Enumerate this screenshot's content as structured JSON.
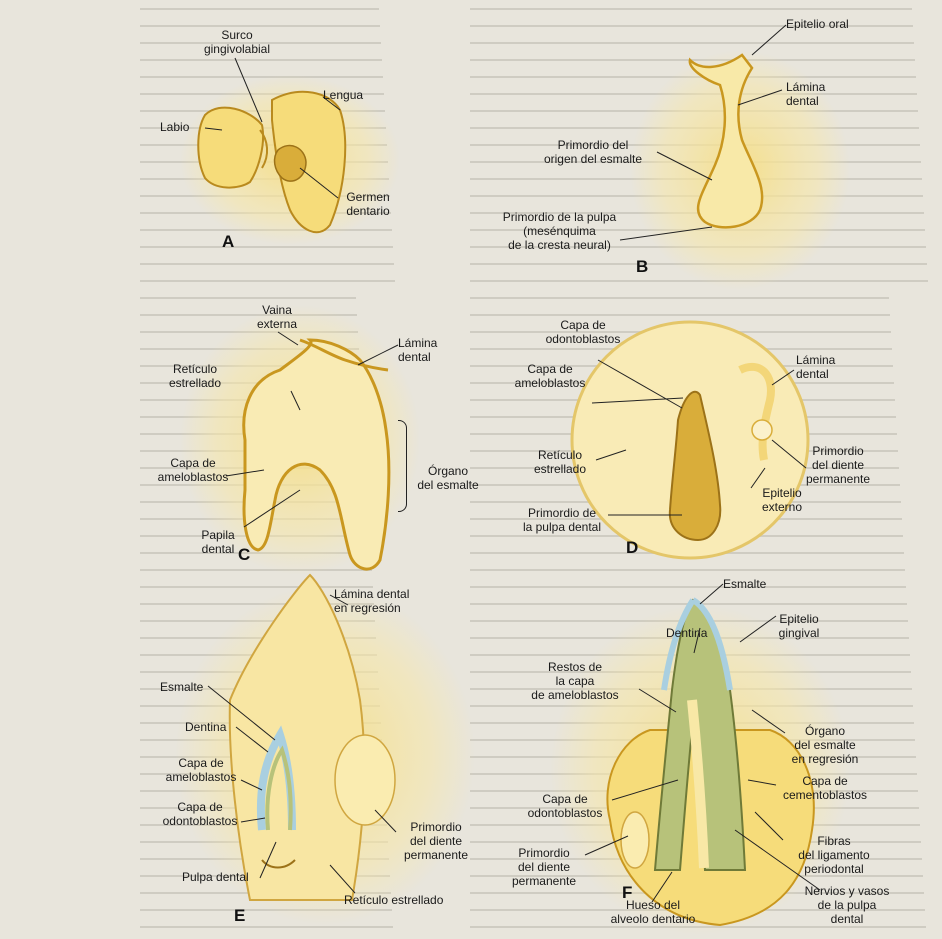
{
  "panels": {
    "a": {
      "tag": "A",
      "labels": {
        "surco": "Surco\ngingivolabial",
        "lengua": "Lengua",
        "labio": "Labio",
        "germen": "Germen\ndentario"
      }
    },
    "b": {
      "tag": "B",
      "labels": {
        "epitelio_oral": "Epitelio oral",
        "lamina_dental": "Lámina\ndental",
        "primordio_esmalte": "Primordio del\norigen del esmalte",
        "primordio_pulpa": "Primordio de la pulpa\n(mesénquima\nde la cresta neural)"
      }
    },
    "c": {
      "tag": "C",
      "labels": {
        "vaina": "Vaina\nexterna",
        "lamina_dental": "Lámina\ndental",
        "reticulo": "Retículo\nestrellado",
        "ameloblastos": "Capa de\nameloblastos",
        "organo": "Órgano\ndel esmalte",
        "papila": "Papila\ndental"
      }
    },
    "d": {
      "tag": "D",
      "labels": {
        "odontoblastos": "Capa de\nodontoblastos",
        "ameloblastos": "Capa de\nameloblastos",
        "lamina_dental": "Lámina\ndental",
        "reticulo": "Retículo\nestrellado",
        "primordio_diente": "Primordio\ndel diente\npermanente",
        "primordio_pulpa": "Primordio de\nla pulpa dental",
        "epitelio_externo": "Epitelio\nexterno"
      }
    },
    "e": {
      "tag": "E",
      "labels": {
        "lamina_regresion": "Lámina dental\nen regresión",
        "esmalte": "Esmalte",
        "dentina": "Dentina",
        "ameloblastos": "Capa de\nameloblastos",
        "odontoblastos": "Capa de\nodontoblastos",
        "primordio_diente": "Primordio\ndel diente\npermanente",
        "pulpa": "Pulpa dental",
        "reticulo": "Retículo estrellado"
      }
    },
    "f": {
      "tag": "F",
      "labels": {
        "esmalte": "Esmalte",
        "dentina": "Dentina",
        "epitelio_gingival": "Epitelio\ngingival",
        "restos": "Restos de\nla capa\nde ameloblastos",
        "organo_regresion": "Órgano\ndel esmalte\nen regresión",
        "odontoblastos": "Capa de\nodontoblastos",
        "cementoblastos": "Capa de\ncementoblastos",
        "primordio_diente": "Primordio\ndel diente\npermanente",
        "fibras": "Fibras\ndel ligamento\nperiodontal",
        "nervios": "Nervios y vasos\nde la pulpa\ndental",
        "hueso": "Hueso del\nalveolo dentario"
      }
    }
  },
  "colors": {
    "tissue_yellow": "#f6dc7a",
    "tissue_pale": "#faecb0",
    "tissue_dark": "#d9ad3a",
    "outline": "#b98a1e",
    "enamel_blue": "#a9cfe0",
    "dentin_green": "#b7c27a"
  }
}
